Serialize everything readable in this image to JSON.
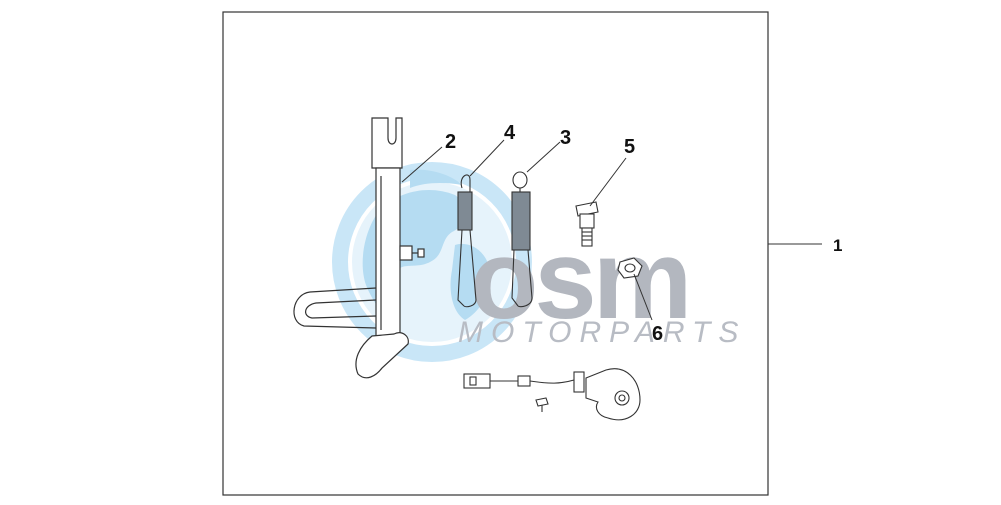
{
  "diagram": {
    "assembly_callout": "1",
    "parts": [
      {
        "callout": "2",
        "name": "side-stand"
      },
      {
        "callout": "3",
        "name": "spring-b"
      },
      {
        "callout": "4",
        "name": "spring-a"
      },
      {
        "callout": "5",
        "name": "pivot-bolt"
      },
      {
        "callout": "6",
        "name": "nut"
      }
    ]
  },
  "watermark": {
    "brand": "osm",
    "text": "MOTORPARTS"
  },
  "colors": {
    "line": "#333333",
    "globe_outer": "#c9e6f7",
    "globe_inner": "#e6f3fb",
    "land": "#b5dcf2",
    "watermark_text": "#b8bcc4",
    "spring_coil": "#7f8a94"
  }
}
